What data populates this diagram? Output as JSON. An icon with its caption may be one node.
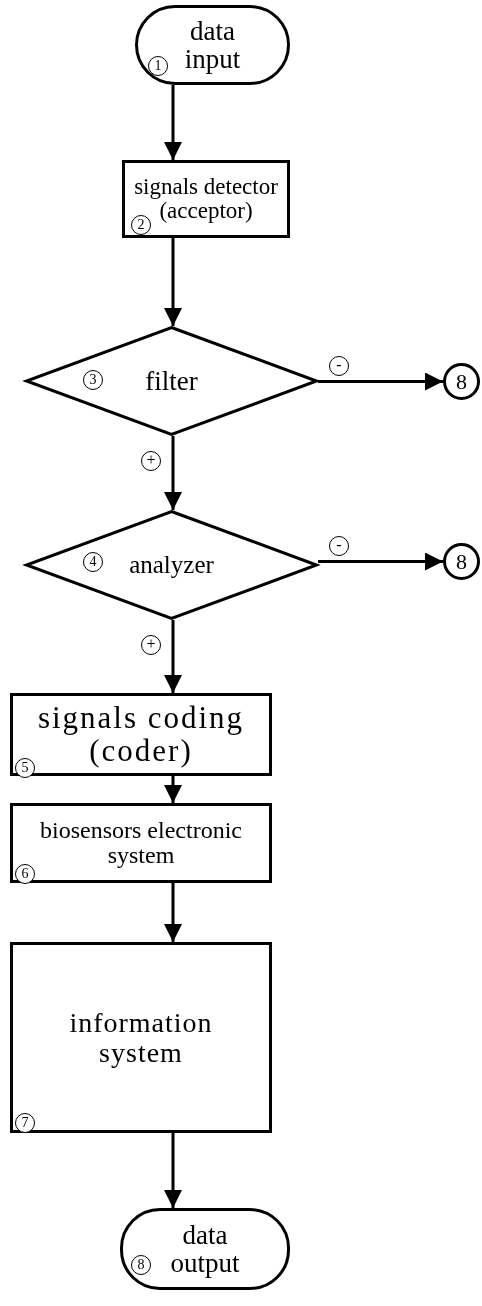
{
  "diagram": {
    "nodes": [
      {
        "text": [
          "1",
          "data input"
        ]
      },
      {
        "text": [
          "signals detector (acceptor)",
          "2"
        ]
      },
      {
        "text": [
          "3",
          "filter"
        ]
      },
      {
        "text": [
          "8"
        ]
      },
      {
        "text": [
          "4",
          "analyzer"
        ]
      },
      {
        "text": [
          "8"
        ]
      },
      {
        "text": [
          "signals coding (coder)",
          "5"
        ]
      },
      {
        "text": [
          "biosensors electronic system",
          "6"
        ]
      },
      {
        "text": [
          "information system",
          "7"
        ]
      },
      {
        "text": [
          "8",
          "data output"
        ]
      }
    ],
    "edges": [
      {
        "from": 0,
        "to": 1,
        "arrow": "to"
      },
      {
        "from": 1,
        "to": 2,
        "arrow": "to"
      },
      {
        "from": 2,
        "to": 3,
        "arrow": "to",
        "label": "-"
      },
      {
        "from": 2,
        "to": 4,
        "arrow": "to",
        "label": "+"
      },
      {
        "from": 4,
        "to": 5,
        "arrow": "to",
        "label": "-"
      },
      {
        "from": 4,
        "to": 6,
        "arrow": "to",
        "label": "+"
      },
      {
        "from": 6,
        "to": 7,
        "arrow": "to"
      },
      {
        "from": 7,
        "to": 8,
        "arrow": "to"
      },
      {
        "from": 8,
        "to": 9,
        "arrow": "to"
      }
    ]
  }
}
